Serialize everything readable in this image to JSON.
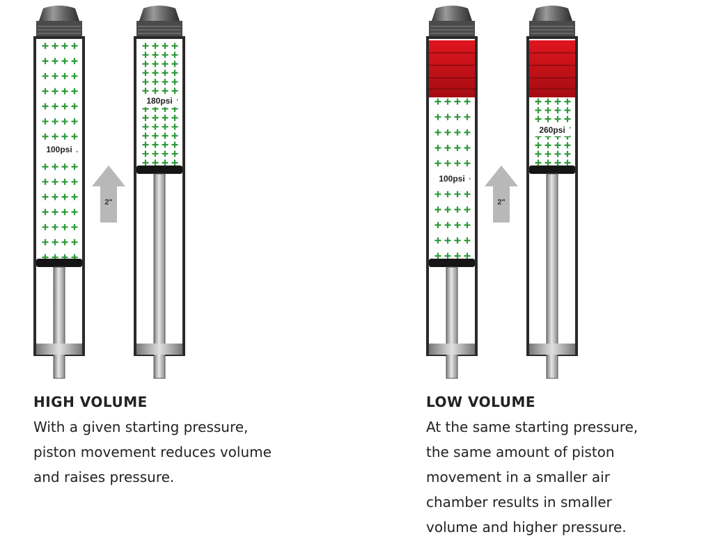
{
  "panels": {
    "high": {
      "title": "HIGH VOLUME",
      "body": "With a given starting pressure,\npiston movement reduces volume\nand raises pressure.",
      "start_pressure": "100psi",
      "end_pressure": "180psi",
      "travel": "2\""
    },
    "low": {
      "title": "LOW VOLUME",
      "body": "At the same starting pressure,\nthe same amount of piston\nmovement in a smaller air\nchamber results in smaller\nvolume and higher pressure.",
      "start_pressure": "100psi",
      "end_pressure": "260psi",
      "travel": "2\""
    }
  },
  "colors": {
    "air_plus": "#2e9a3a",
    "volume_spacer": "#c8101a",
    "arrow": "#b8b8b8",
    "tube_outline": "#2a2a2a",
    "shaft": "#a9a9a9",
    "piston_band": "#151515"
  }
}
